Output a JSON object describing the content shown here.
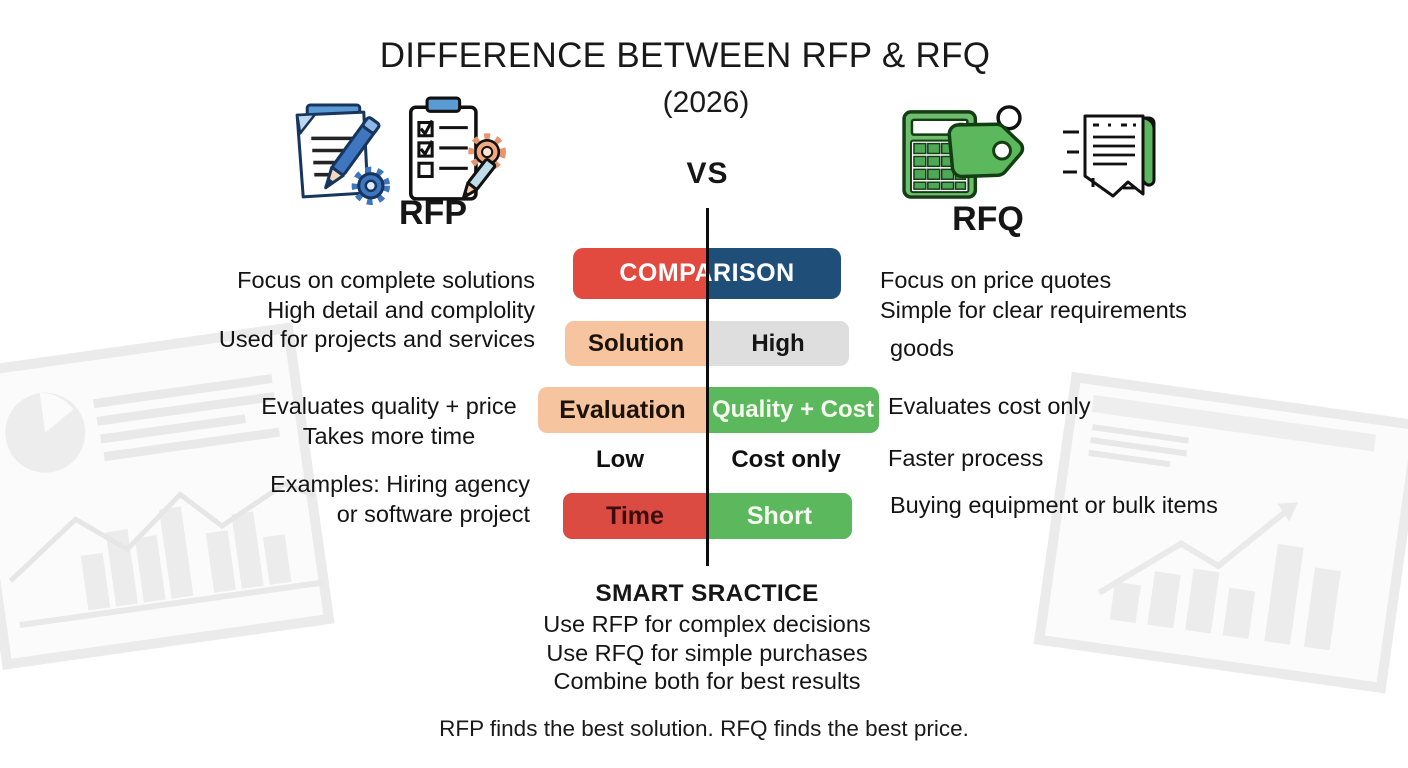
{
  "title": "DIFFERENCE BETWEEN RFP & RFQ",
  "subtitle": "(2026)",
  "vs_label": "VS",
  "rfp": {
    "label": "RFP",
    "top_lines": [
      "Focus on complete solutions",
      "High detail and complolity",
      "Used for projects and services"
    ],
    "mid_lines": [
      "Evaluates quality + price",
      "Takes more time"
    ],
    "example_lines": [
      "Examples: Hiring agency",
      "or software project"
    ]
  },
  "rfq": {
    "label": "RFQ",
    "top_lines": [
      "Focus on price quotes",
      "Simple for clear requirements",
      "goods"
    ],
    "mid_line": "Evaluates cost only",
    "process_line": "Faster process",
    "example_line": "Buying equipment or bulk items"
  },
  "comparison": {
    "header": "COMPARISON",
    "rows": [
      {
        "left": "Solution",
        "right": "High"
      },
      {
        "left": "Evaluation",
        "right": "Quality + Cost"
      },
      {
        "left": "Low",
        "right": "Cost only"
      },
      {
        "left": "Time",
        "right": "Short"
      }
    ]
  },
  "smart_practice": {
    "heading": "SMART SRACTICE",
    "lines": [
      "Use RFP for complex decisions",
      "Use RFQ for simple purchases",
      "Combine both for best results"
    ]
  },
  "footer": "RFP finds the best solution. RFQ finds the best price.",
  "colors": {
    "banner_red": "#E2493F",
    "banner_blue": "#1F4E79",
    "peach": "#F6C5A0",
    "light_gray": "#DEDEDE",
    "green": "#5CB85C",
    "time_red": "#DC4B42",
    "divider_black": "#0C0C0C",
    "rfp_icon_blue": "#3E76C0",
    "gear_orange": "#F2A983",
    "rfq_icon_green": "#5CB85C"
  },
  "icons": {
    "rfp_document_icon": "document-with-pencil-and-gear",
    "rfp_checklist_icon": "clipboard-checklist-with-gear-and-pencil",
    "rfq_calculator_icon": "calculator-with-price-tag",
    "rfq_receipt_icon": "receipt-invoice"
  }
}
